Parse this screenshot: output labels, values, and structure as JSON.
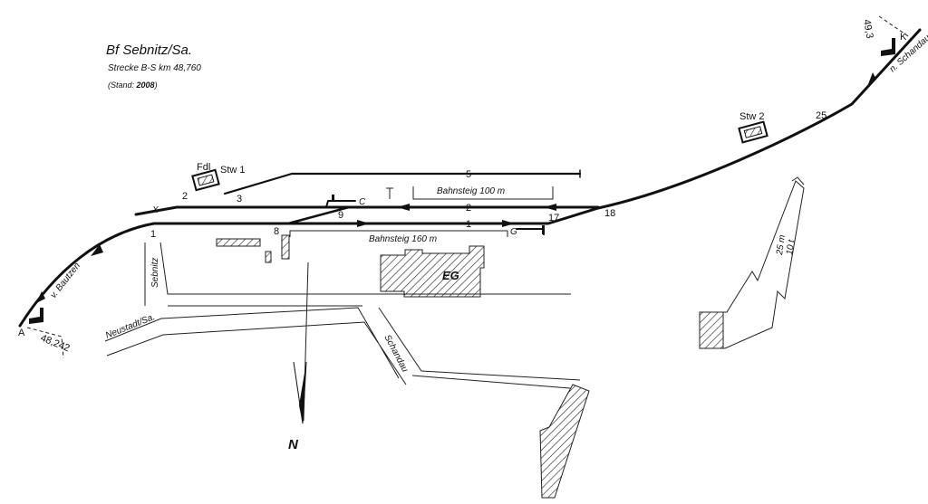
{
  "header": {
    "title": "Bf Sebnitz/Sa.",
    "route": "Strecke B-S  km 48,760",
    "stand_prefix": "(Stand: ",
    "stand_year": "2008",
    "stand_suffix": ")"
  },
  "tracks": {
    "t1": "1",
    "t2": "2",
    "t5": "5"
  },
  "switches": {
    "w1": "1",
    "w2": "2",
    "w3": "3",
    "w8": "8",
    "w9": "9",
    "w17": "17",
    "w18": "18",
    "w25": "25"
  },
  "signals": {
    "a": "A",
    "c": "C",
    "g": "G",
    "k": "K",
    "x": "X"
  },
  "boxes": {
    "fdl": "Fdl",
    "stw1": "Stw 1",
    "stw2": "Stw 2"
  },
  "platforms": {
    "p100": "Bahnsteig 100 m",
    "p160": "Bahnsteig 160 m"
  },
  "buildings": {
    "eg": "EG"
  },
  "directions": {
    "bautzen": "v. Bautzen",
    "schandau_track": "n. Schandau",
    "km_west": "48,242",
    "km_east_partial": "49,3"
  },
  "roads": {
    "sebnitz": "Sebnitz",
    "neustadt": "Neustadt/Sa.",
    "schandau_road": "Schandau"
  },
  "ramp": {
    "length": "25 m",
    "load": "10 t"
  },
  "compass": {
    "north": "N"
  }
}
